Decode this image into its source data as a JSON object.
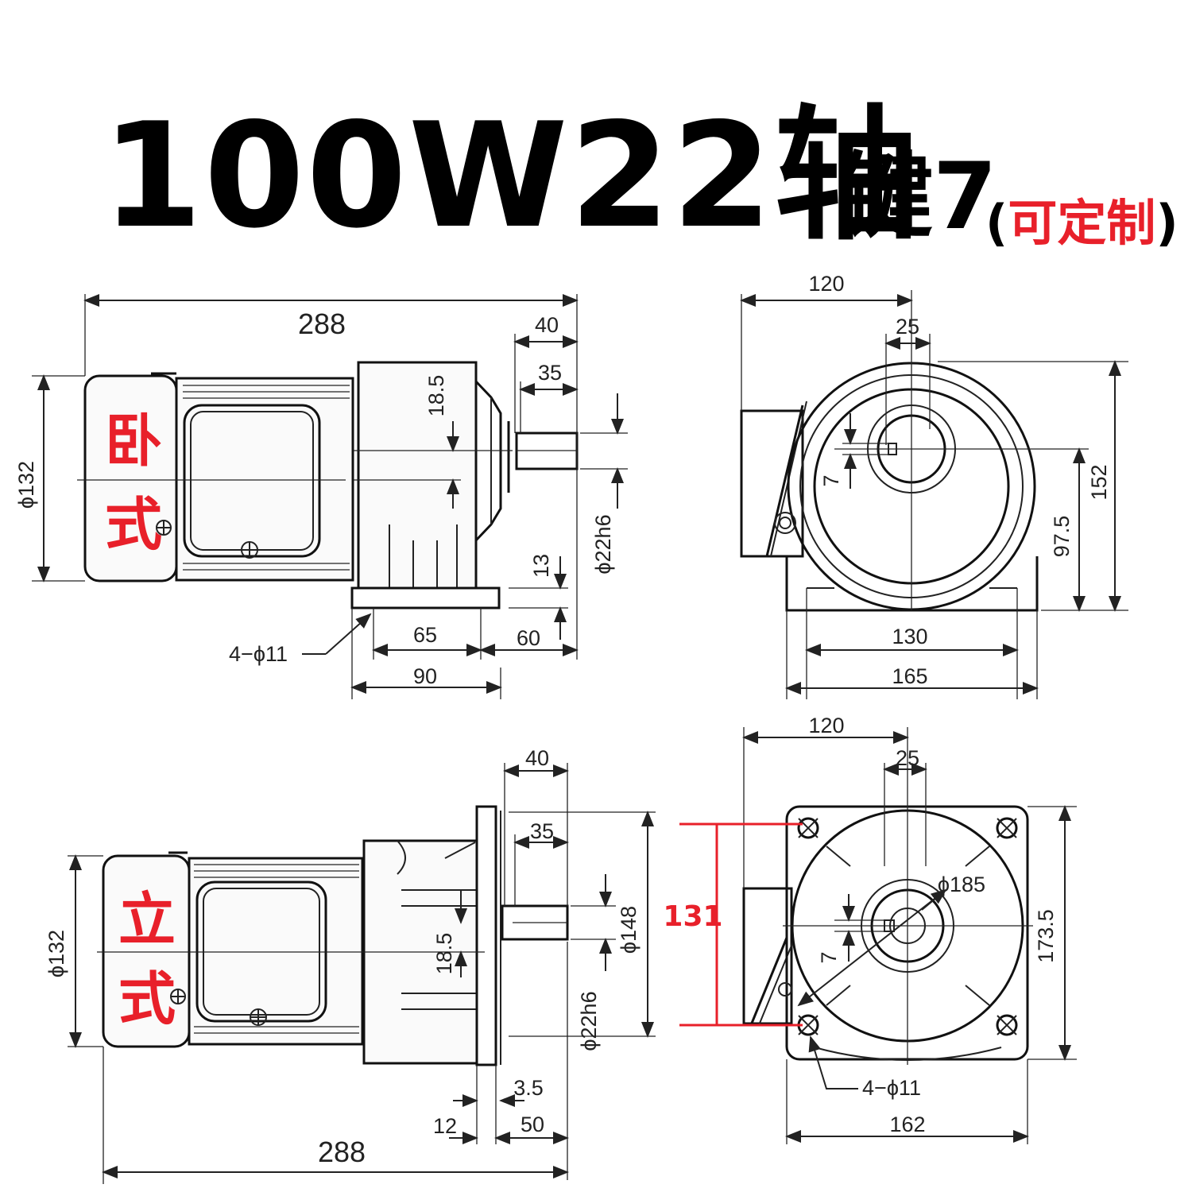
{
  "title": {
    "main": "100W22轴",
    "key": "键7",
    "open_paren": "(",
    "custom": "可定制",
    "close_paren": ")"
  },
  "labels": {
    "horizontal": [
      "卧",
      "式"
    ],
    "vertical": [
      "立",
      "式"
    ]
  },
  "horizontal_side": {
    "total_length": "288",
    "shaft_len_40": "40",
    "shaft_len_35": "35",
    "height_offset": "18.5",
    "motor_dia": "ϕ132",
    "shaft_dia": "ϕ22h6",
    "foot_thickness": "13",
    "mount_holes": "4−ϕ11",
    "foot_65": "65",
    "foot_60": "60",
    "foot_90": "90"
  },
  "horizontal_front": {
    "width_120": "120",
    "key_25": "25",
    "key_7": "7",
    "center_height": "97.5",
    "total_height": "152",
    "hole_spacing": "130",
    "base_width": "165"
  },
  "vertical_side": {
    "shaft_len_40": "40",
    "shaft_len_35": "35",
    "offset": "18.5",
    "motor_dia": "ϕ132",
    "shaft_dia": "ϕ22h6",
    "flange_dia": "ϕ148",
    "dim_3_5": "3.5",
    "dim_12": "12",
    "dim_50": "50",
    "total_length": "288"
  },
  "vertical_front": {
    "width_120": "120",
    "key_25": "25",
    "pcd": "ϕ185",
    "key_7": "7",
    "height": "173.5",
    "hole_label": "4−ϕ11",
    "flange_width": "162",
    "highlight_dim": "131"
  },
  "colors": {
    "accent_red": "#e8202a",
    "line": "#222222"
  }
}
